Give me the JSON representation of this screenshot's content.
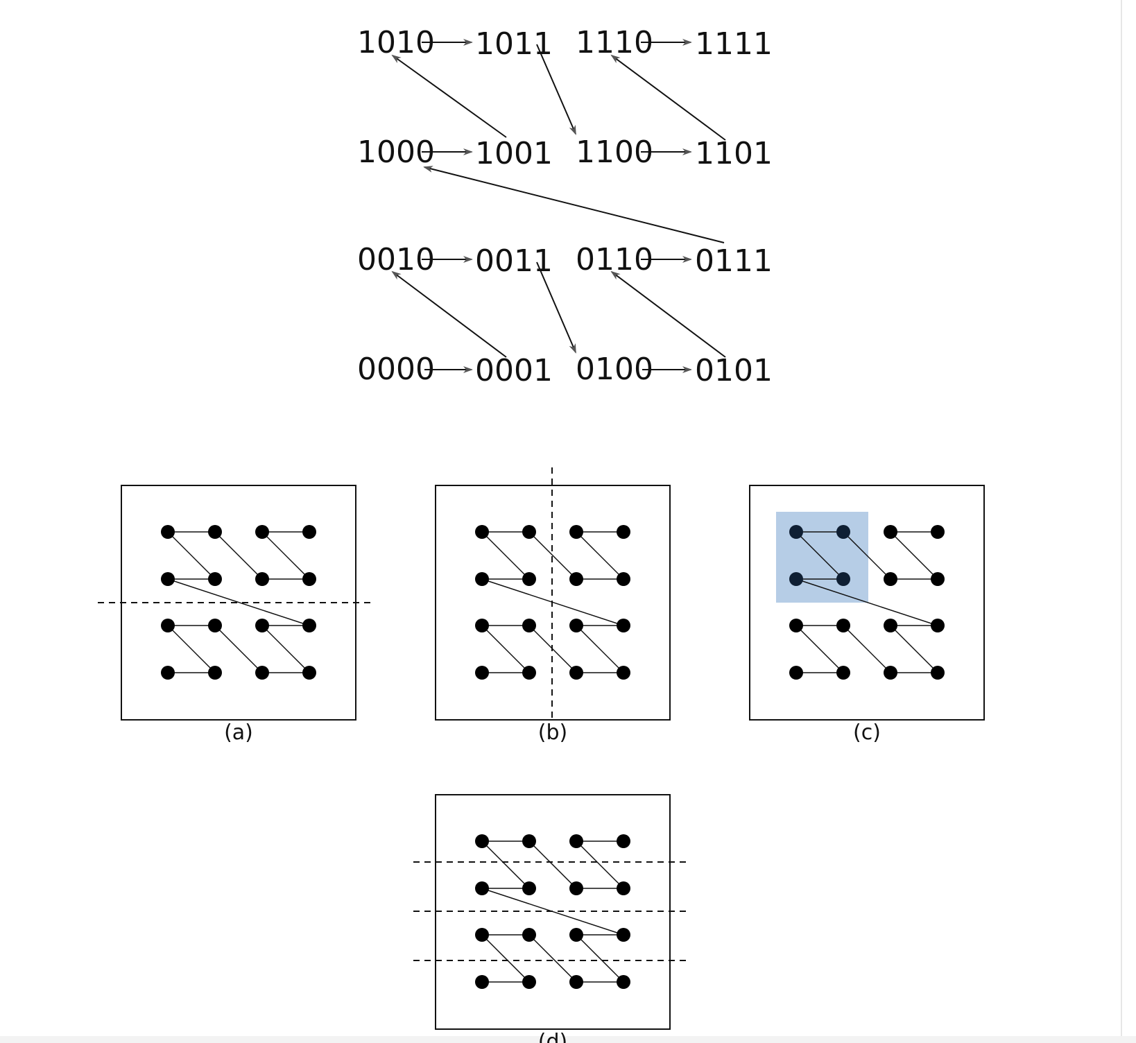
{
  "colors": {
    "ink": "#111111",
    "dot": "#000000",
    "highlight": "#b6cde6",
    "highlight_dot": "#0f1f33",
    "arrowhead": "#555555"
  },
  "code_grid": {
    "rows": [
      [
        "1010",
        "1011",
        "1110",
        "1111"
      ],
      [
        "1000",
        "1001",
        "1100",
        "1101"
      ],
      [
        "0010",
        "0011",
        "0110",
        "0111"
      ],
      [
        "0000",
        "0001",
        "0100",
        "0101"
      ]
    ]
  },
  "panels": [
    {
      "caption": "(a)",
      "split": "horizontal-middle"
    },
    {
      "caption": "(b)",
      "split": "vertical-middle"
    },
    {
      "caption": "(c)",
      "split": "highlight-top-left-quadrant"
    },
    {
      "caption": "(d)",
      "split": "three-horizontal"
    }
  ]
}
